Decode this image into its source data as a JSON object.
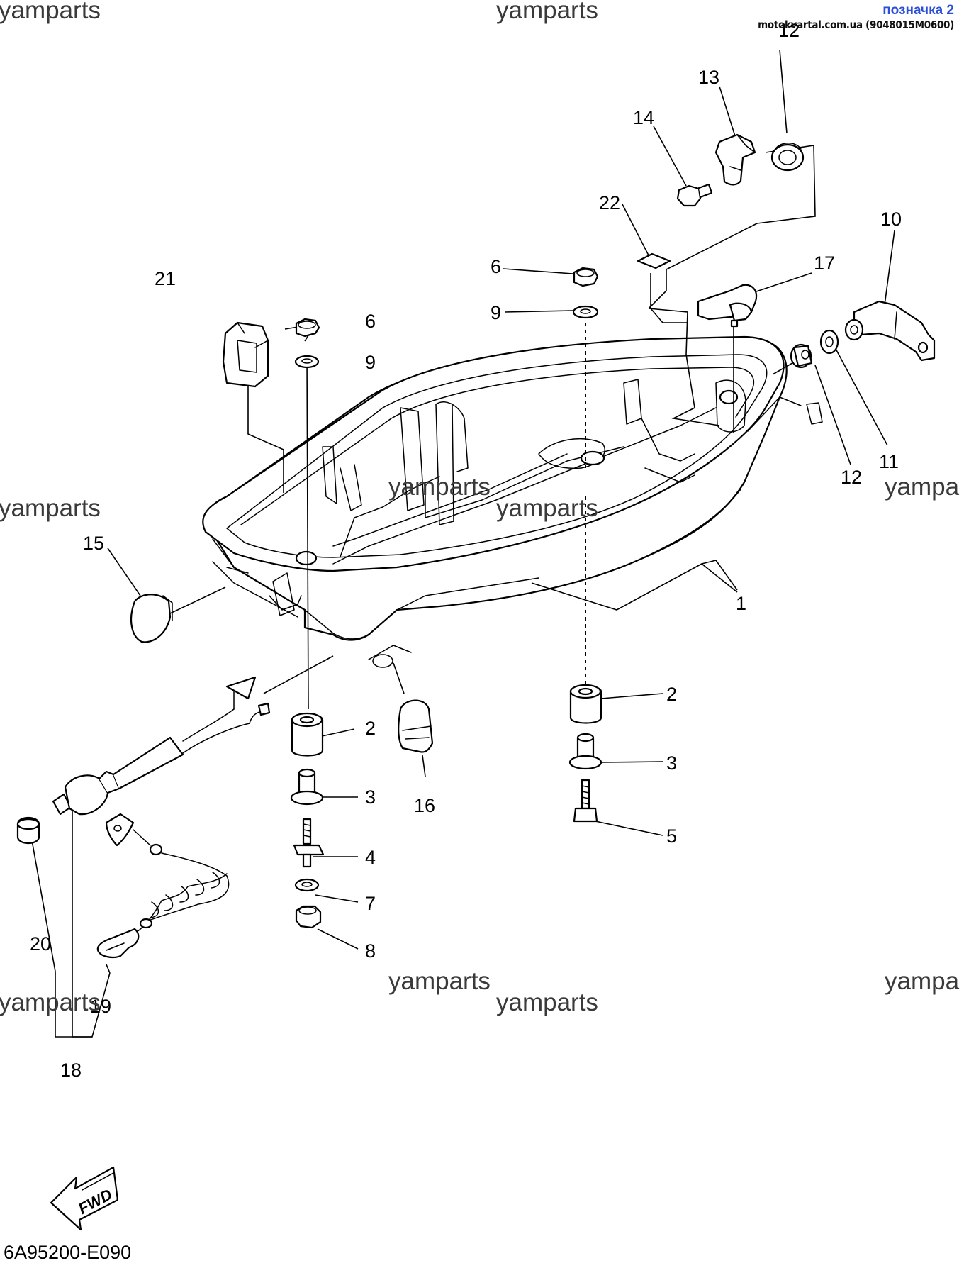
{
  "badge": {
    "title": "позначка 2",
    "site": "motokvartal.com.ua (9048015M0600)"
  },
  "watermark": "yamparts",
  "watermark_cut": "yampa",
  "diagram_code": "6A95200-E090",
  "fwd_label": "FWD",
  "callouts": {
    "c1": "1",
    "c2a": "2",
    "c2b": "2",
    "c3a": "3",
    "c3b": "3",
    "c4": "4",
    "c5": "5",
    "c6a": "6",
    "c6b": "6",
    "c7": "7",
    "c8": "8",
    "c9a": "9",
    "c9b": "9",
    "c10": "10",
    "c11": "11",
    "c12a": "12",
    "c12b": "12",
    "c13": "13",
    "c14": "14",
    "c15": "15",
    "c16": "16",
    "c17": "17",
    "c18": "18",
    "c19": "19",
    "c20": "20",
    "c21": "21",
    "c22": "22"
  },
  "colors": {
    "badge_title": "#2b4fd6",
    "ink": "#000000",
    "watermark": "#3a3a3a"
  }
}
